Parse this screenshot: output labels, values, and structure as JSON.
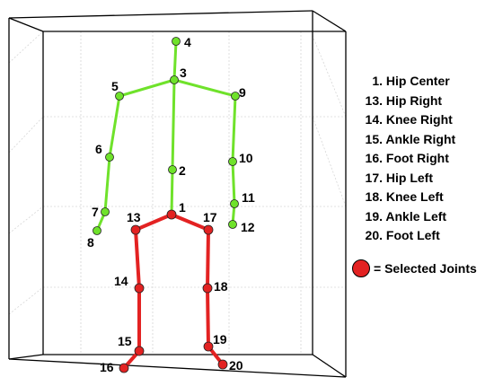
{
  "colors": {
    "upper_body": "#6fe22b",
    "selected": "#e32222",
    "joint_outline": "#222222",
    "box": "#000000",
    "grid": "#d6d6d6"
  },
  "joints": [
    {
      "id": "1",
      "label": "1",
      "group": "selected"
    },
    {
      "id": "2",
      "label": "2",
      "group": "upper"
    },
    {
      "id": "3",
      "label": "3",
      "group": "upper"
    },
    {
      "id": "4",
      "label": "4",
      "group": "upper"
    },
    {
      "id": "5",
      "label": "5",
      "group": "upper"
    },
    {
      "id": "6",
      "label": "6",
      "group": "upper"
    },
    {
      "id": "7",
      "label": "7",
      "group": "upper"
    },
    {
      "id": "8",
      "label": "8",
      "group": "upper"
    },
    {
      "id": "9",
      "label": "9",
      "group": "upper"
    },
    {
      "id": "10",
      "label": "10",
      "group": "upper"
    },
    {
      "id": "11",
      "label": "11",
      "group": "upper"
    },
    {
      "id": "12",
      "label": "12",
      "group": "upper"
    },
    {
      "id": "13",
      "label": "13",
      "group": "selected"
    },
    {
      "id": "14",
      "label": "14",
      "group": "selected"
    },
    {
      "id": "15",
      "label": "15",
      "group": "selected"
    },
    {
      "id": "16",
      "label": "16",
      "group": "selected"
    },
    {
      "id": "17",
      "label": "17",
      "group": "selected"
    },
    {
      "id": "18",
      "label": "18",
      "group": "selected"
    },
    {
      "id": "19",
      "label": "19",
      "group": "selected"
    },
    {
      "id": "20",
      "label": "20",
      "group": "selected"
    }
  ],
  "bones": [
    {
      "from": "4",
      "to": "3",
      "group": "upper"
    },
    {
      "from": "3",
      "to": "2",
      "group": "upper"
    },
    {
      "from": "2",
      "to": "1",
      "group": "upper"
    },
    {
      "from": "3",
      "to": "5",
      "group": "upper"
    },
    {
      "from": "5",
      "to": "6",
      "group": "upper"
    },
    {
      "from": "6",
      "to": "7",
      "group": "upper"
    },
    {
      "from": "7",
      "to": "8",
      "group": "upper"
    },
    {
      "from": "3",
      "to": "9",
      "group": "upper"
    },
    {
      "from": "9",
      "to": "10",
      "group": "upper"
    },
    {
      "from": "10",
      "to": "11",
      "group": "upper"
    },
    {
      "from": "11",
      "to": "12",
      "group": "upper"
    },
    {
      "from": "1",
      "to": "13",
      "group": "selected"
    },
    {
      "from": "13",
      "to": "14",
      "group": "selected"
    },
    {
      "from": "14",
      "to": "15",
      "group": "selected"
    },
    {
      "from": "15",
      "to": "16",
      "group": "selected"
    },
    {
      "from": "1",
      "to": "17",
      "group": "selected"
    },
    {
      "from": "17",
      "to": "18",
      "group": "selected"
    },
    {
      "from": "18",
      "to": "19",
      "group": "selected"
    },
    {
      "from": "19",
      "to": "20",
      "group": "selected"
    }
  ],
  "legend": {
    "items": [
      {
        "num": "1.",
        "name": "Hip Center"
      },
      {
        "num": "13.",
        "name": "Hip Right"
      },
      {
        "num": "14.",
        "name": "Knee Right"
      },
      {
        "num": "15.",
        "name": "Ankle Right"
      },
      {
        "num": "16.",
        "name": "Foot Right"
      },
      {
        "num": "17.",
        "name": "Hip Left"
      },
      {
        "num": "18.",
        "name": "Knee Left"
      },
      {
        "num": "19.",
        "name": "Ankle Left"
      },
      {
        "num": "20.",
        "name": "Foot Left"
      }
    ],
    "selected_text": "= Selected Joints"
  }
}
